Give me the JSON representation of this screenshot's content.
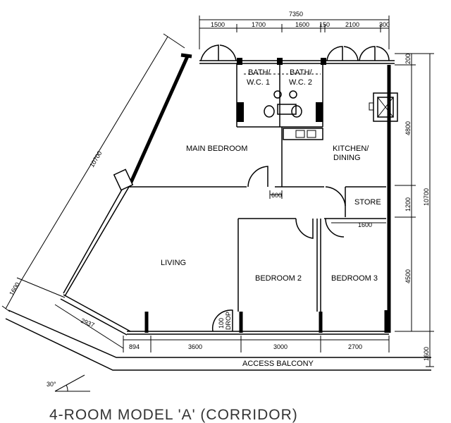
{
  "title": "4-ROOM MODEL 'A' (CORRIDOR)",
  "rooms": {
    "bath1": "BATH/",
    "bath1_b": "W.C. 1",
    "bath2": "BATH/",
    "bath2_b": "W.C. 2",
    "main_bedroom": "MAIN BEDROOM",
    "kitchen": "KITCHEN/",
    "kitchen_b": "DINING",
    "store": "STORE",
    "living": "LIVING",
    "bedroom2": "BEDROOM 2",
    "bedroom3": "BEDROOM 3",
    "access_balcony": "ACCESS BALCONY",
    "drop": "100",
    "drop_b": "DROP"
  },
  "dimensions": {
    "top_total": "7350",
    "top_segments": [
      "1500",
      "1700",
      "1600",
      "150",
      "2100",
      "300"
    ],
    "right_segments": [
      "200",
      "4800",
      "1200",
      "4500"
    ],
    "right_total": "10700",
    "right_balcony": "1600",
    "left_diagonal": "10700",
    "left_small": "1600",
    "bottom_diagonal": "2937",
    "bottom_segments": [
      "894",
      "3600",
      "3000",
      "2700"
    ],
    "store_width": "1600",
    "door_width": "600",
    "angle": "30°"
  }
}
